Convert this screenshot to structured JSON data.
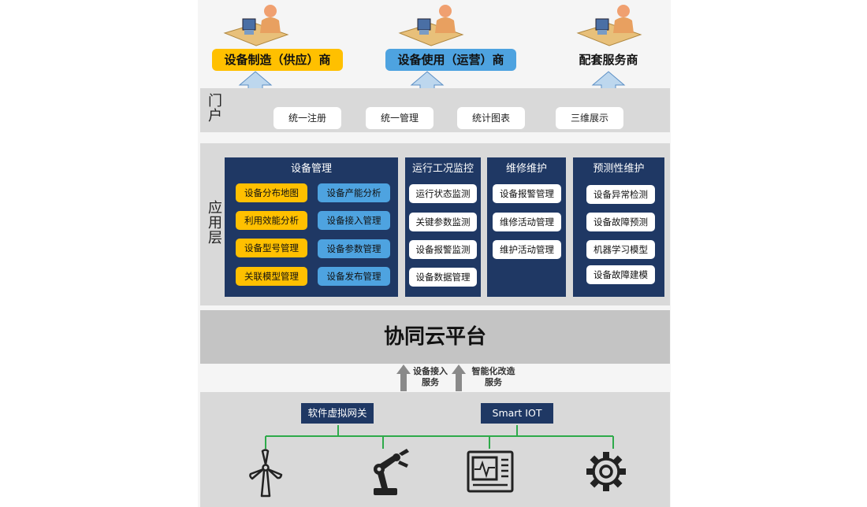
{
  "top_actors": [
    {
      "label": "设备制造（供应）商",
      "color": "#ffc000"
    },
    {
      "label": "设备使用（运营）商",
      "color": "#4ea3e0"
    },
    {
      "label": "配套服务商",
      "color": ""
    }
  ],
  "portal": {
    "label": "门户",
    "buttons": [
      "统一注册",
      "统一管理",
      "统计图表",
      "三维展示"
    ]
  },
  "app_layer": {
    "label": "应用层",
    "device_mgmt": {
      "title": "设备管理",
      "left": [
        "设备分布地图",
        "利用效能分析",
        "设备型号管理",
        "关联模型管理"
      ],
      "right": [
        "设备产能分析",
        "设备接入管理",
        "设备参数管理",
        "设备发布管理"
      ]
    },
    "monitoring": {
      "title": "运行工况监控",
      "items": [
        "运行状态监测",
        "关键参数监测",
        "设备报警监测",
        "设备数据管理"
      ]
    },
    "maintenance": {
      "title": "维修维护",
      "items": [
        "设备报警管理",
        "维修活动管理",
        "维护活动管理"
      ]
    },
    "predictive": {
      "title": "预测性维护",
      "items": [
        "设备异常检测",
        "设备故障预测",
        "机器学习模型",
        "设备故障建模"
      ]
    }
  },
  "cloud": {
    "label": "协同云平台"
  },
  "services": {
    "access": [
      "设备接入",
      "服务"
    ],
    "transform": [
      "智能化改造",
      "服务"
    ]
  },
  "device_layer": {
    "gateway": "软件虚拟网关",
    "iot": "Smart IOT",
    "icons": [
      "wind-turbine-icon",
      "robot-arm-icon",
      "monitor-panel-icon",
      "gear-icon"
    ]
  },
  "colors": {
    "navy": "#1f3864",
    "orange": "#ffc000",
    "blue": "#4ea3e0",
    "green": "#2eaa4a",
    "arrow": "#bdd7ee"
  }
}
